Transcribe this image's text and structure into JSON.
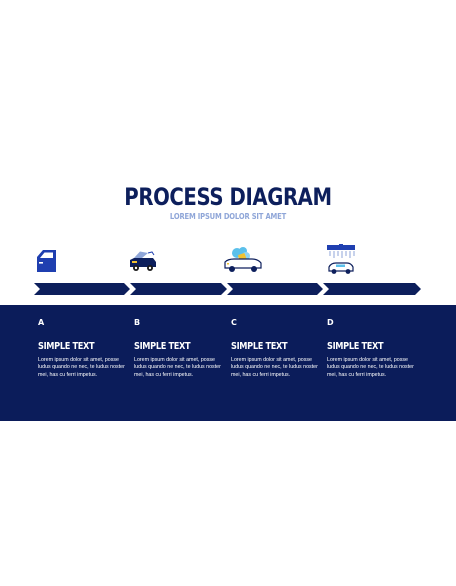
{
  "title": "PROCESS DIAGRAM",
  "subtitle": "LOREM IPSUM DOLOR SIT AMET",
  "colors": {
    "navy": "#0b1c5a",
    "arrow": "#0d1f5c",
    "accent_blue": "#1f3fb0",
    "light_blue": "#8fa6d8",
    "yellow": "#f2c230",
    "sky": "#5bc0eb"
  },
  "steps": [
    {
      "letter": "A",
      "heading": "SIMPLE TEXT",
      "body": "Lorem ipsum dolor sit amet, posse ludus quando ne nec, te ludus noster mei, has cu ferri impetus.",
      "icon": "car-door-icon"
    },
    {
      "letter": "B",
      "heading": "SIMPLE TEXT",
      "body": "Lorem ipsum dolor sit amet, posse ludus quando ne nec, te ludus noster mei, has cu ferri impetus.",
      "icon": "car-hood-open-icon"
    },
    {
      "letter": "C",
      "heading": "SIMPLE TEXT",
      "body": "Lorem ipsum dolor sit amet, posse ludus quando ne nec, te ludus noster mei, has cu ferri impetus.",
      "icon": "car-wash-foam-icon"
    },
    {
      "letter": "D",
      "heading": "SIMPLE TEXT",
      "body": "Lorem ipsum dolor sit amet, posse ludus quando ne nec, te ludus noster mei, has cu ferri impetus.",
      "icon": "car-wash-shower-icon"
    }
  ]
}
